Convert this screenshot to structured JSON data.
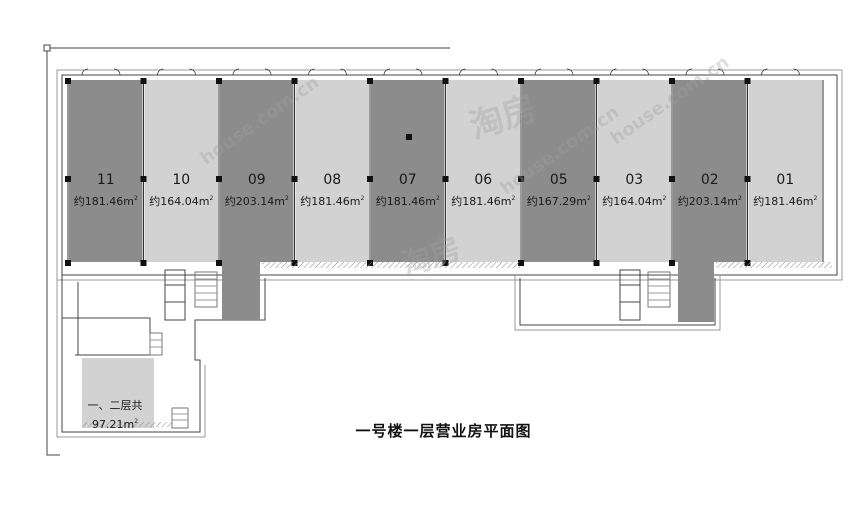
{
  "plan": {
    "title": "一号楼一层营业房平面图",
    "area_prefix": "约",
    "area_unit": "m",
    "area_sup": "2",
    "units": [
      {
        "id": "11",
        "area": "181.46",
        "shade": "dark"
      },
      {
        "id": "10",
        "area": "164.04",
        "shade": "light"
      },
      {
        "id": "09",
        "area": "203.14",
        "shade": "dark"
      },
      {
        "id": "08",
        "area": "181.46",
        "shade": "light"
      },
      {
        "id": "07",
        "area": "181.46",
        "shade": "dark"
      },
      {
        "id": "06",
        "area": "181.46",
        "shade": "light"
      },
      {
        "id": "05",
        "area": "167.29",
        "shade": "dark"
      },
      {
        "id": "03",
        "area": "164.04",
        "shade": "light"
      },
      {
        "id": "02",
        "area": "203.14",
        "shade": "dark"
      },
      {
        "id": "01",
        "area": "181.46",
        "shade": "light"
      }
    ],
    "small_shop": {
      "label": "一、二层共",
      "area": "97.21"
    },
    "colors": {
      "dark": "#8c8c8c",
      "light": "#d2d2d2",
      "wall": "#222222",
      "line": "#555555"
    },
    "watermark": {
      "text_a": "淘房",
      "text_b": "house.com.cn"
    }
  }
}
